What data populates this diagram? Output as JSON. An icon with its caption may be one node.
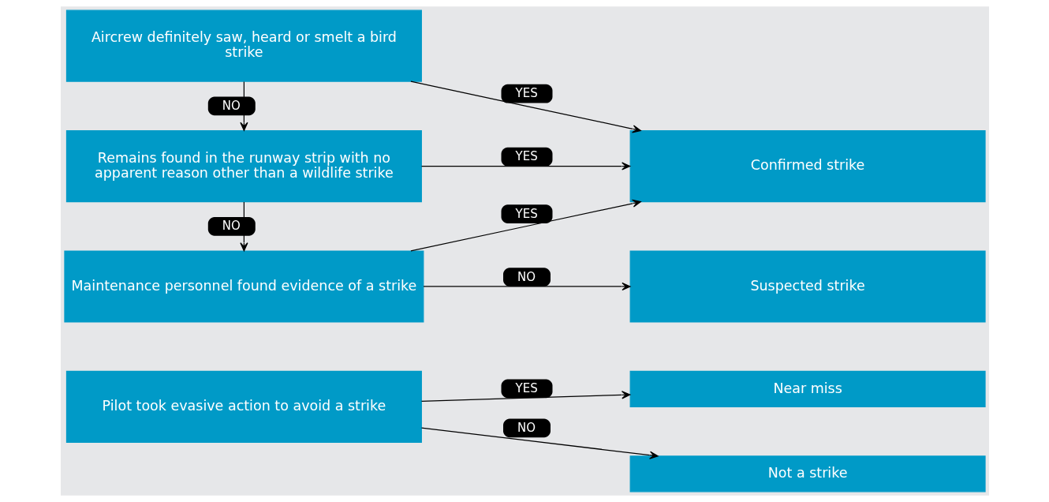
{
  "diagram": {
    "nodes": [
      {
        "text": [
          "Aircrew definitely saw, heard or smelt a bird strike"
        ]
      },
      {
        "text": [
          "Confirmed strike"
        ]
      },
      {
        "text": [
          "Remains found in the runway strip with no apparent reason other than a wildlife strike"
        ]
      },
      {
        "text": [
          "Maintenance personnel found evidence of a strike"
        ]
      },
      {
        "text": [
          "Suspected strike"
        ]
      },
      {
        "text": [
          "Pilot took evasive action to avoid a strike"
        ]
      },
      {
        "text": [
          "Near miss"
        ]
      },
      {
        "text": [
          "Not a strike"
        ]
      }
    ],
    "edges": [
      {
        "from": 0,
        "to": 1,
        "arrow": "to",
        "label": "YES"
      },
      {
        "from": 0,
        "to": 2,
        "arrow": "to",
        "label": "NO"
      },
      {
        "from": 2,
        "to": 1,
        "arrow": "to",
        "label": "YES"
      },
      {
        "from": 2,
        "to": 3,
        "arrow": "to",
        "label": "NO"
      },
      {
        "from": 3,
        "to": 1,
        "arrow": "to",
        "label": "YES"
      },
      {
        "from": 3,
        "to": 4,
        "arrow": "to",
        "label": "NO"
      },
      {
        "from": 5,
        "to": 6,
        "arrow": "to",
        "label": "YES"
      },
      {
        "from": 5,
        "to": 7,
        "arrow": "to",
        "label": "NO"
      }
    ]
  }
}
